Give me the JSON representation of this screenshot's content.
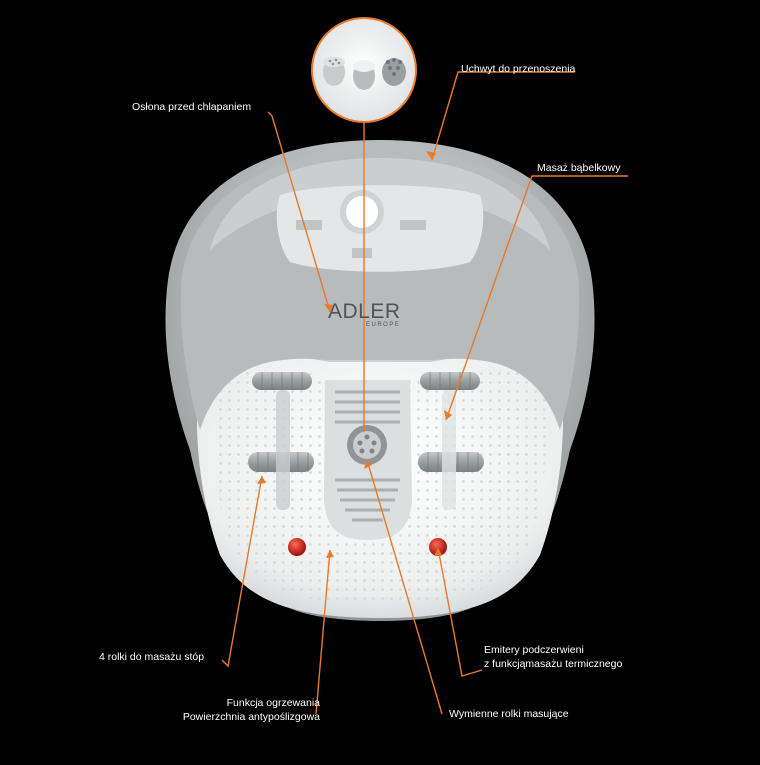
{
  "brand": {
    "name": "ADLER",
    "sub": "EUROPE"
  },
  "labels": {
    "carry_handle": "Uchwyt do przenoszenia",
    "splash_guard": "Osłona przed chlapaniem",
    "bubble_massage": "Masaż bąbelkowy",
    "rollers_line": "4 rolki do masażu stóp",
    "infrared_line1": "Emitery podczerwieni",
    "infrared_line2": "z funkcjąmasażu termicznego",
    "heating_line1": "Funkcja ogrzewania",
    "heating_line2": "Powierzchnia antypoślizgowa",
    "replaceable_rollers": "Wymienne rolki masujące"
  },
  "colors": {
    "background": "#000000",
    "accent_orange": "#e87a2a",
    "body_grey": "#b4b8b9",
    "basin_white": "#f4f5f5",
    "emitter_red": "#c0251c"
  }
}
